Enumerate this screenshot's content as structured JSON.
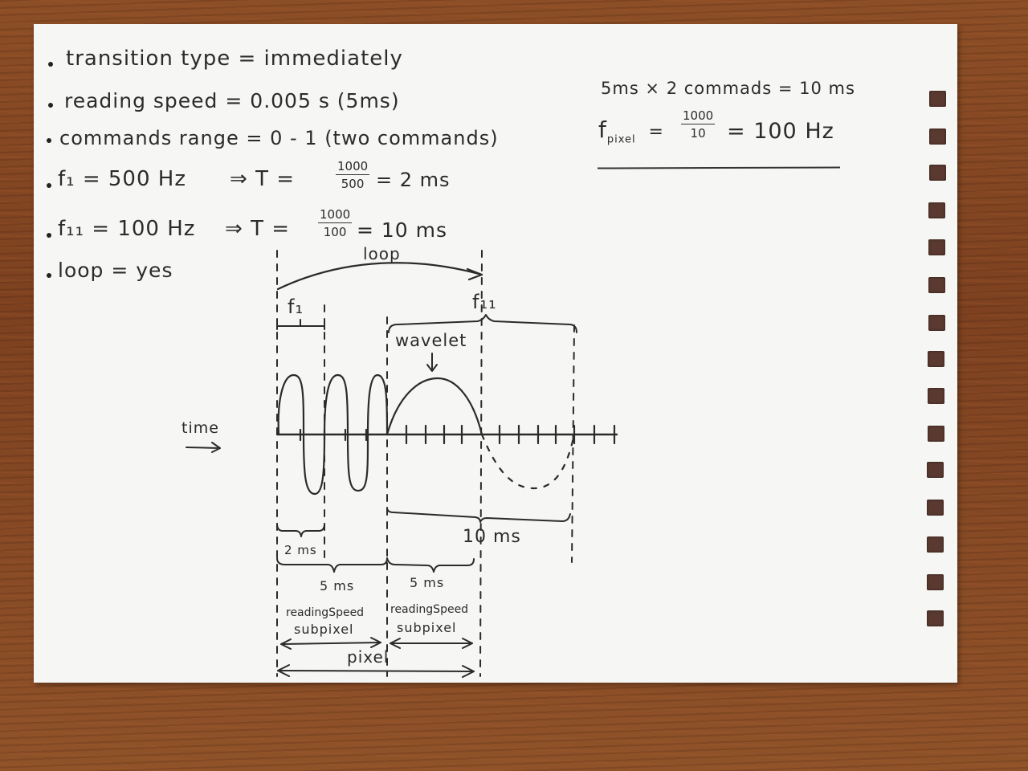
{
  "notes": {
    "bullets": [
      {
        "label": "transition type",
        "op": "=",
        "value": "immediately"
      },
      {
        "label": "reading speed",
        "op": "=",
        "value": "0.005 s (5ms)"
      },
      {
        "label": "commands range",
        "op": "=",
        "value": "0 - 1 (two commands)"
      },
      {
        "label": "f₁ = 500 Hz",
        "op": "⇒",
        "formula_lhs": "T =",
        "numerator": "1000",
        "denominator": "500",
        "result": "= 2 ms"
      },
      {
        "label": "f₁₁ = 100 Hz",
        "op": "⇒",
        "formula_lhs": "T =",
        "numerator": "1000",
        "denominator": "100",
        "result": "= 10 ms"
      },
      {
        "label": "loop",
        "op": "=",
        "value": "yes"
      }
    ]
  },
  "side_calc": {
    "line1": "5ms × 2 commads = 10 ms",
    "line2_lhs": "f",
    "line2_sub": "pixel",
    "line2_eq": "=",
    "numerator": "1000",
    "denominator": "10",
    "result": "= 100 Hz"
  },
  "diagram": {
    "loop_label": "loop",
    "f1_label": "f₁",
    "f11_label": "f₁₁",
    "wavelet_label": "wavelet",
    "time_label": "time",
    "period_f1": "2 ms",
    "period_f11": "10 ms",
    "subpixels": [
      {
        "duration": "5 ms",
        "line1": "readingSpeed",
        "line2": "subpixel"
      },
      {
        "duration": "5 ms",
        "line1": "readingSpeed",
        "line2": "subpixel"
      }
    ],
    "pixel_label": "pixel"
  },
  "colors": {
    "paper": "#f6f6f4",
    "ink": "#2b2b2b",
    "wood": "#8a4a22",
    "hole": "#5a3a30"
  }
}
